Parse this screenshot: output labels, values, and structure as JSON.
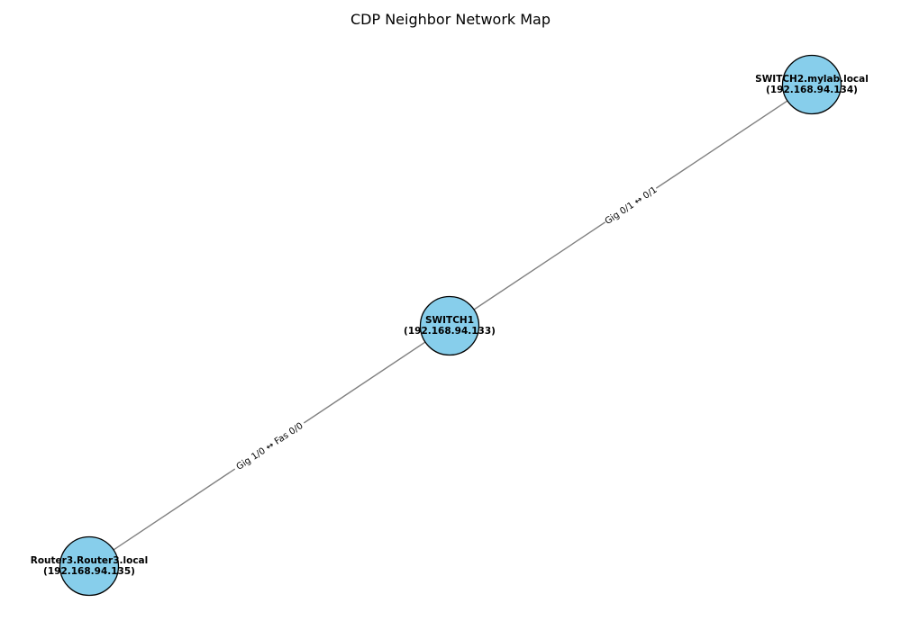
{
  "title": "CDP Neighbor Network Map",
  "colors": {
    "node_fill": "#87ceeb",
    "node_stroke": "#000000",
    "edge": "#808080",
    "edge_label_bg": "#ffffff"
  },
  "nodes": [
    {
      "id": "switch1",
      "name": "SWITCH1",
      "ip": "(192.168.94.133)"
    },
    {
      "id": "switch2",
      "name": "SWITCH2.mylab.local",
      "ip": "(192.168.94.134)"
    },
    {
      "id": "router3",
      "name": "Router3.Router3.local",
      "ip": "(192.168.94.135)"
    }
  ],
  "edges": [
    {
      "from": "switch1",
      "to": "switch2",
      "label": "Gig 0/1 ↔ 0/1"
    },
    {
      "from": "switch1",
      "to": "router3",
      "label": "Gig 1/0 ↔ Fas 0/0"
    }
  ]
}
